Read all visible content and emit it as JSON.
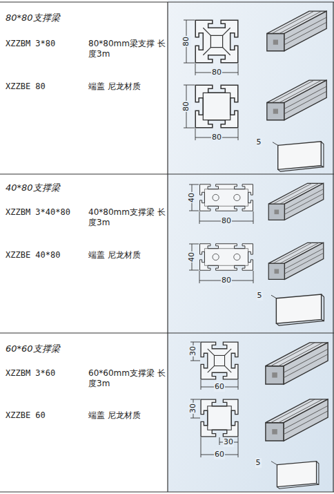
{
  "diagram": {
    "labels": [
      "80*80支撑梁",
      "XZZBM 3*80",
      "80*80mm梁支撑 长度3m",
      "XZZBE 80",
      "端盖 尼龙材质",
      "80",
      "80",
      "80",
      "80",
      "5",
      "40*80支撑梁",
      "XZZBM 3*40*80",
      "40*80mm支撑梁 长度3m",
      "XZZBE 40*80",
      "端盖 尼龙材质",
      "40",
      "80",
      "40",
      "80",
      "5",
      "60*60支撑梁",
      "XZZBM 3*60",
      "60*60mm支撑梁 长度3m",
      "XZZBE 60",
      "端盖 尼龙材质",
      "30",
      "60",
      "30",
      "30",
      "60",
      "5"
    ]
  }
}
